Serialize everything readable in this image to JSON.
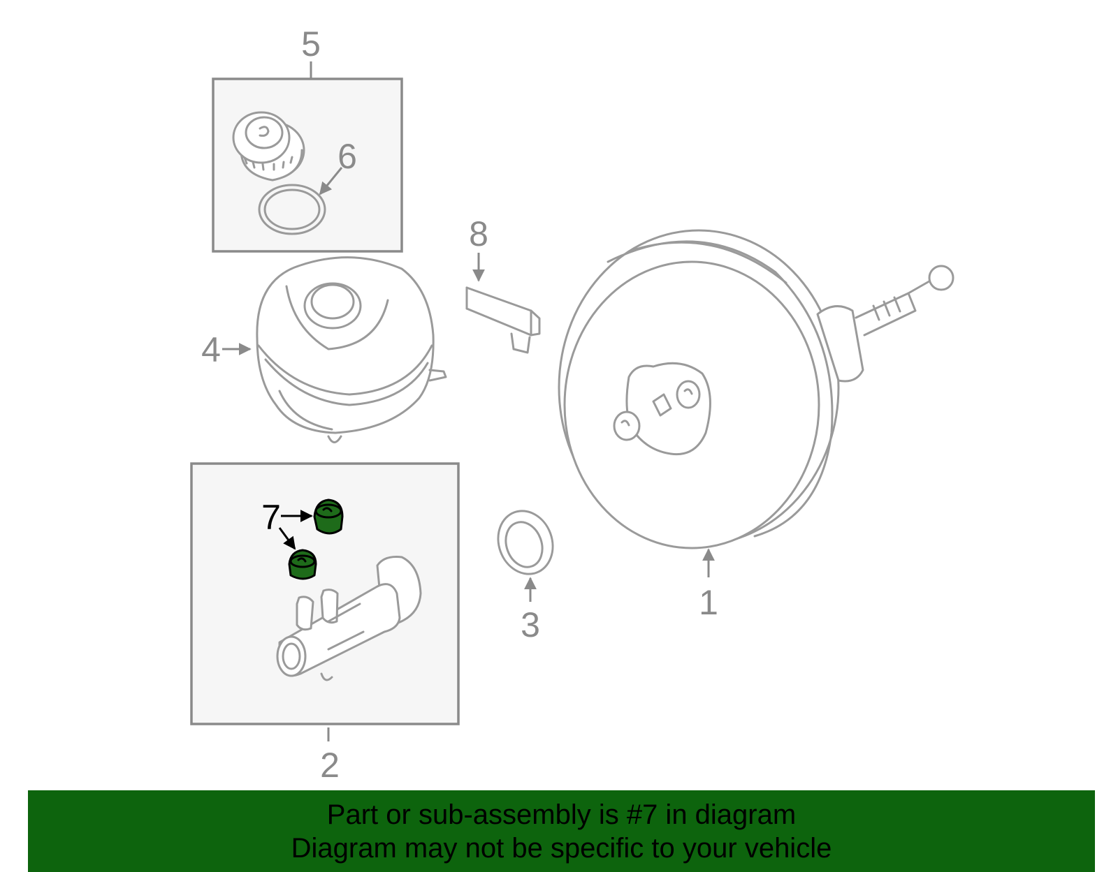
{
  "diagram": {
    "callouts": {
      "c1": "1",
      "c2": "2",
      "c3": "3",
      "c4": "4",
      "c5": "5",
      "c6": "6",
      "c7": "7",
      "c8": "8"
    },
    "highlighted_part": "7"
  },
  "banner": {
    "line1": "Part or sub-assembly is #7 in diagram",
    "line2": "Diagram may not be specific to your vehicle",
    "background": "#0d640d",
    "text_color": "#000000"
  },
  "colors": {
    "line_art": "#9a9a9a",
    "box_fill": "#f6f6f6",
    "highlight_part": "#1e6b1a"
  }
}
